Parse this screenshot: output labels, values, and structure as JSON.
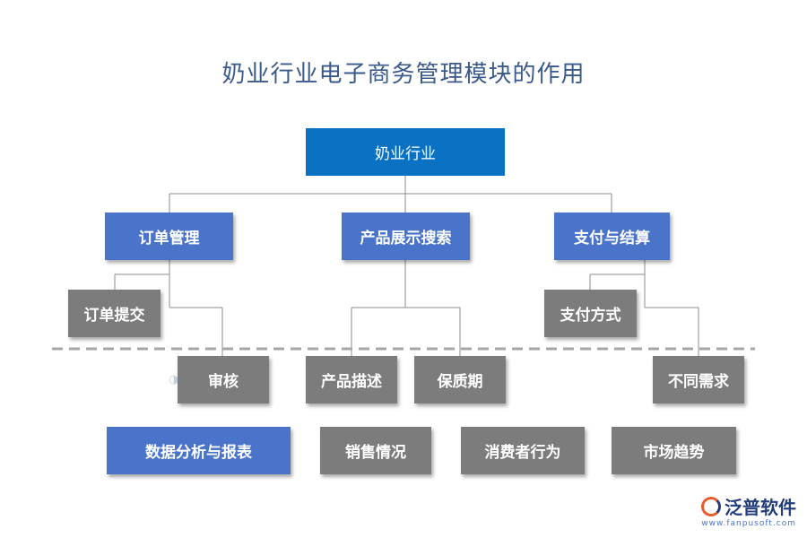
{
  "title": "奶业行业电子商务管理模块的作用",
  "root": "奶业行业",
  "level1": [
    "订单管理",
    "产品展示搜索",
    "支付与结算"
  ],
  "order": {
    "submit": "订单提交",
    "review": "审核"
  },
  "product": {
    "description": "产品描述",
    "shelf_life": "保质期"
  },
  "payment": {
    "method": "支付方式",
    "needs": "不同需求"
  },
  "bottom": [
    "数据分析与报表",
    "销售情况",
    "消费者行为",
    "市场趋势"
  ],
  "logo": {
    "brand": "泛普软件",
    "url": "www.fanpusoft.com"
  },
  "colors": {
    "root": "#0b71c2",
    "blue": "#4a74c9",
    "gray": "#7c7c7c",
    "title": "#3a5a8c"
  }
}
